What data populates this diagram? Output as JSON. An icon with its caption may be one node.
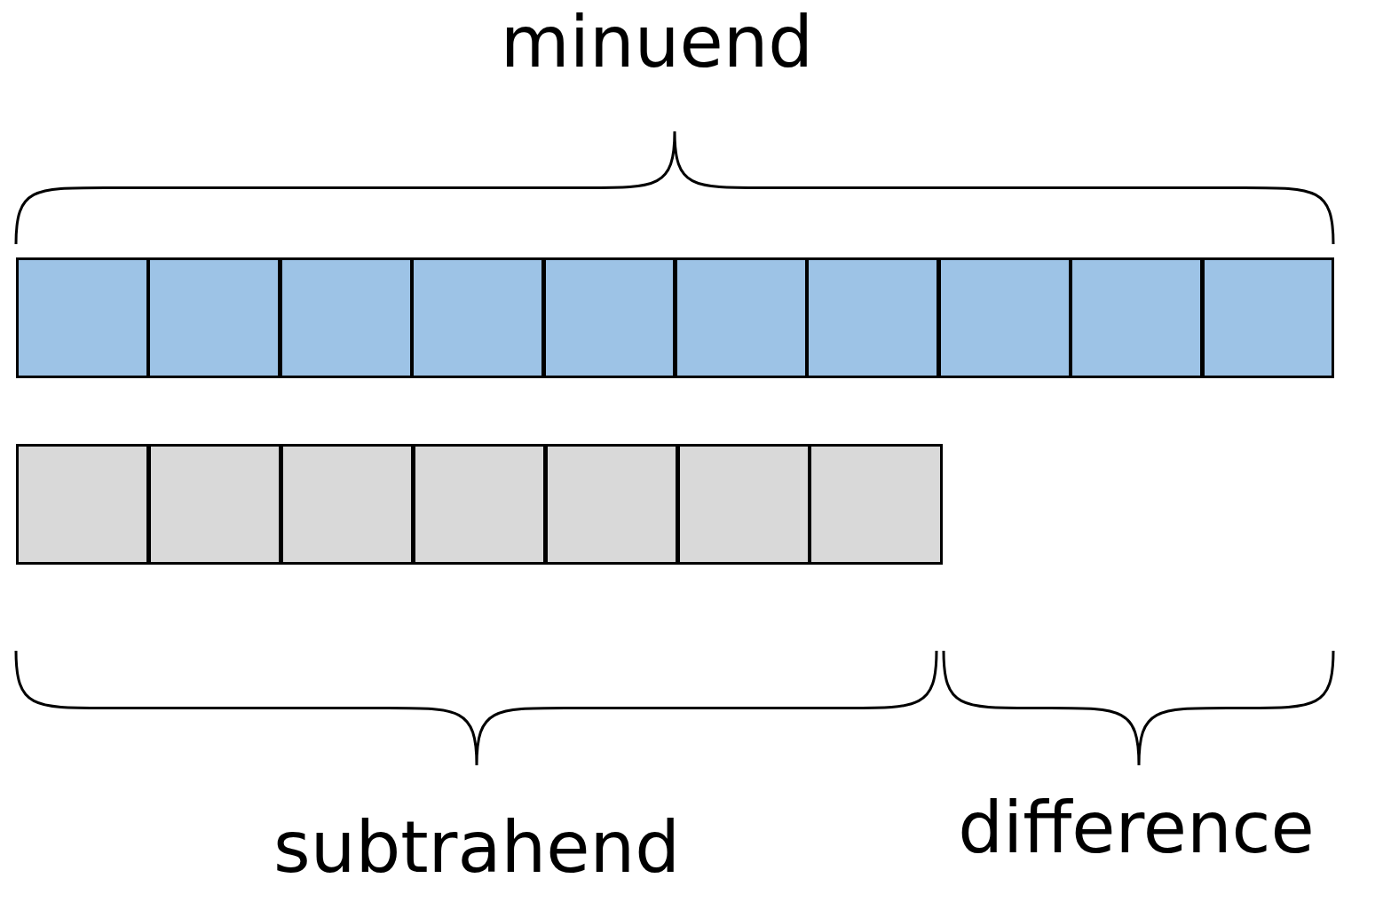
{
  "diagram": {
    "nodes": [
      {
        "text": [],
        "shape": "box"
      },
      {
        "text": [],
        "shape": "box"
      },
      {
        "text": [],
        "shape": "box"
      },
      {
        "text": [],
        "shape": "box"
      },
      {
        "text": [],
        "shape": "box"
      },
      {
        "text": [],
        "shape": "box"
      },
      {
        "text": [],
        "shape": "box"
      },
      {
        "text": [],
        "shape": "box"
      },
      {
        "text": [],
        "shape": "box"
      },
      {
        "text": [],
        "shape": "box"
      },
      {
        "text": [],
        "shape": "box"
      },
      {
        "text": [],
        "shape": "box"
      },
      {
        "text": [],
        "shape": "box"
      },
      {
        "text": [],
        "shape": "box"
      },
      {
        "text": [],
        "shape": "box"
      },
      {
        "text": [],
        "shape": "box"
      },
      {
        "text": [],
        "shape": "box"
      }
    ],
    "labels": [
      "minuend",
      "subtrahend",
      "difference"
    ]
  }
}
